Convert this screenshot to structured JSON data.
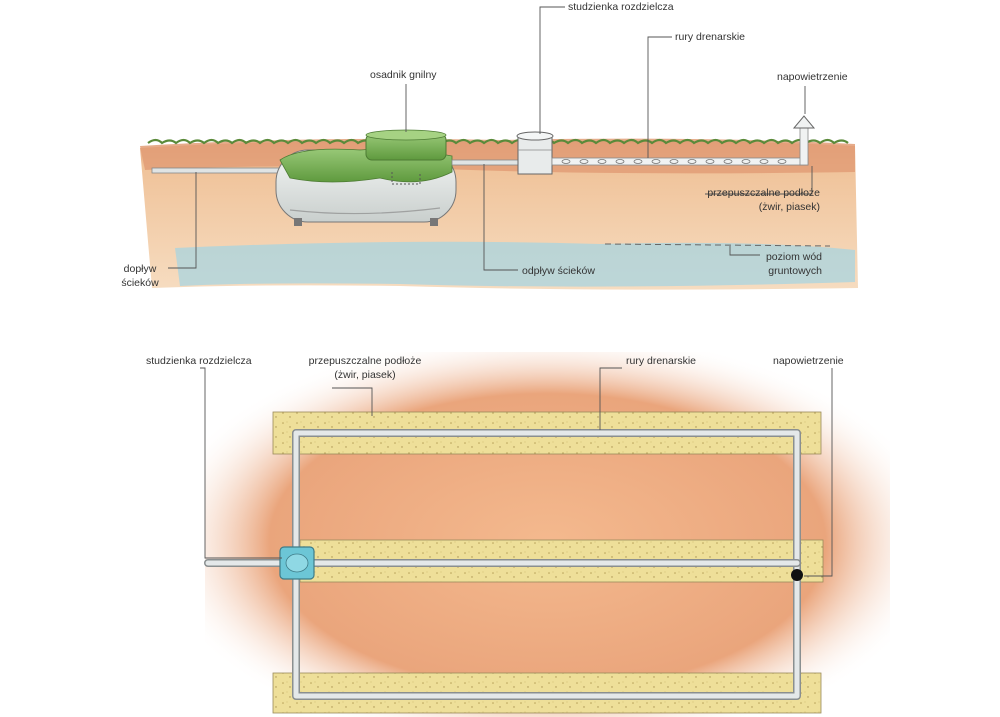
{
  "side_view": {
    "labels": {
      "distribution_well": "studzienka rozdzielcza",
      "drain_pipes": "rury drenarskie",
      "septic_tank": "osadnik gnilny",
      "vent": "napowietrzenie",
      "permeable_base_line1": "przepuszczalne podłoże",
      "permeable_base_line2": "(żwir, piasek)",
      "inflow_line1": "dopływ",
      "inflow_line2": "ścieków",
      "outflow": "odpływ ścieków",
      "groundwater_line1": "poziom wód",
      "groundwater_line2": "gruntowych"
    }
  },
  "plan_view": {
    "labels": {
      "distribution_well": "studzienka rozdzielcza",
      "permeable_base_line1": "przepuszczalne podłoże",
      "permeable_base_line2": "(żwir, piasek)",
      "drain_pipes": "rury drenarskie",
      "vent": "napowietrzenie"
    }
  },
  "colors": {
    "grass": "#5a8a3a",
    "topsoil": "#e0a079",
    "subsoil": "#f2cfa8",
    "groundwater": "#a8d4e0",
    "tank_green": "#7fb65a",
    "tank_white": "#e7ecea",
    "gravel": "#eedf99",
    "pipe": "#dfe4e6",
    "well_blue": "#6cc6d6",
    "leader": "#555555"
  }
}
